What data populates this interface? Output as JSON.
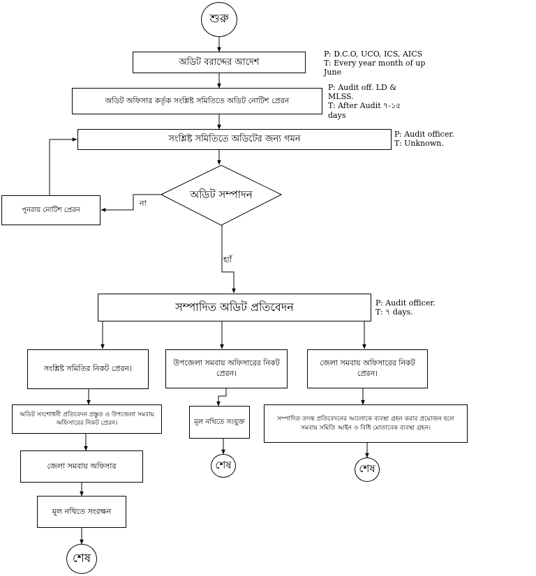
{
  "nodes": {
    "start": "শুরু",
    "audit_order": "অডিট বরাদ্দের আদেশ",
    "notice_send": "অডিট অফিসার কর্তৃক সংশ্লিষ্ট সমিতিতে অডিট নোটিশ প্রেরন",
    "visit": "সংশ্লিষ্ট সমিতিতে অডিটের জন্য গমন",
    "audit_done": "অডিট সম্পাদন",
    "renotice": "পুনরায় নোটিশ প্রেরন",
    "report": "সম্পাদিত অডিট প্রতিবেদন",
    "send_society": "সংশ্লিষ্ট সমিতির নিকট প্রেরন।",
    "send_upazila": "উপজেলা সমবায় অফিসারের নিকট প্রেরন।",
    "send_district": "জেলা সমবায় অফিসারের নিকট প্রেরন।",
    "correction": "অডিট সংশোধনী প্রতিবেদন প্রস্তুত ও উপজেলা সমবায় অফিসারের নিকট প্রেরন।",
    "district_officer": "জেলা সমবায় অফিসার",
    "preserve": "মূল নথিতে সংরক্ষন",
    "attach": "মূল নথিতে সংযুক্ত",
    "action": "সম্পাদিত তদন্ত প্রতিবেদনের আলোকে ব্যবস্থা গ্রহন করার প্রয়োজন হলে সমবায় সমিতি আইন ও  বিধি মোতাবেক ব্যবস্থা গ্রহন।",
    "end1": "শেষ",
    "end2": "শেষ",
    "end3": "শেষ"
  },
  "edge_labels": {
    "no": "না",
    "yes": "হ্যাঁ"
  },
  "notes": {
    "audit_order": "P: D.C.O, UCO, ICS, AICS\nT: Every year month of up\nJune",
    "notice_send": "P: Audit off. LD &\nMLSS.\nT: After Audit ৭-১৫\ndays",
    "visit": "P: Audit officer.\nT: Unknown.",
    "report": "P: Audit officer.\nT: ৭ days."
  }
}
